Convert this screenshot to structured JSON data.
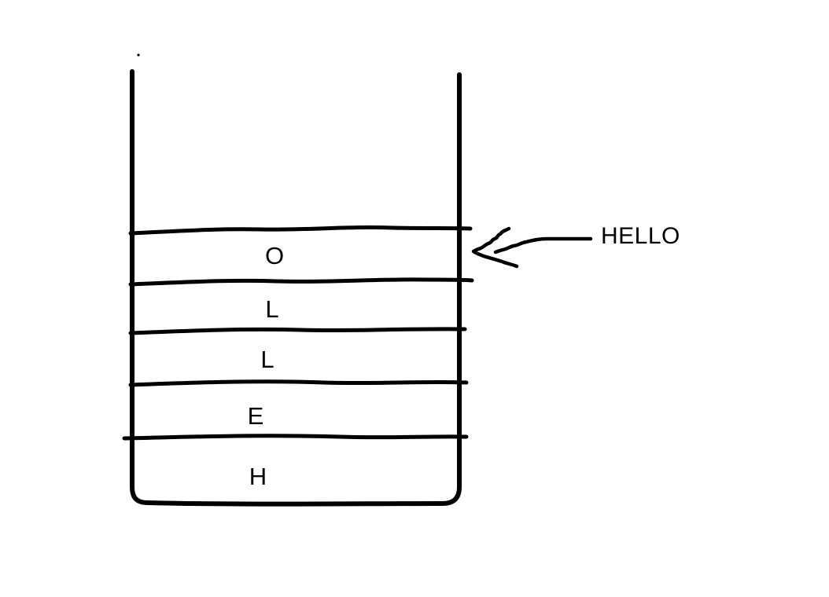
{
  "drawing": {
    "type": "stack-diagram",
    "colors": {
      "ink": "#000000",
      "background": "#ffffff"
    },
    "stack": {
      "items_top_to_bottom": [
        "O",
        "L",
        "L",
        "E",
        "H"
      ]
    },
    "annotation": {
      "label": "HELLO"
    }
  }
}
